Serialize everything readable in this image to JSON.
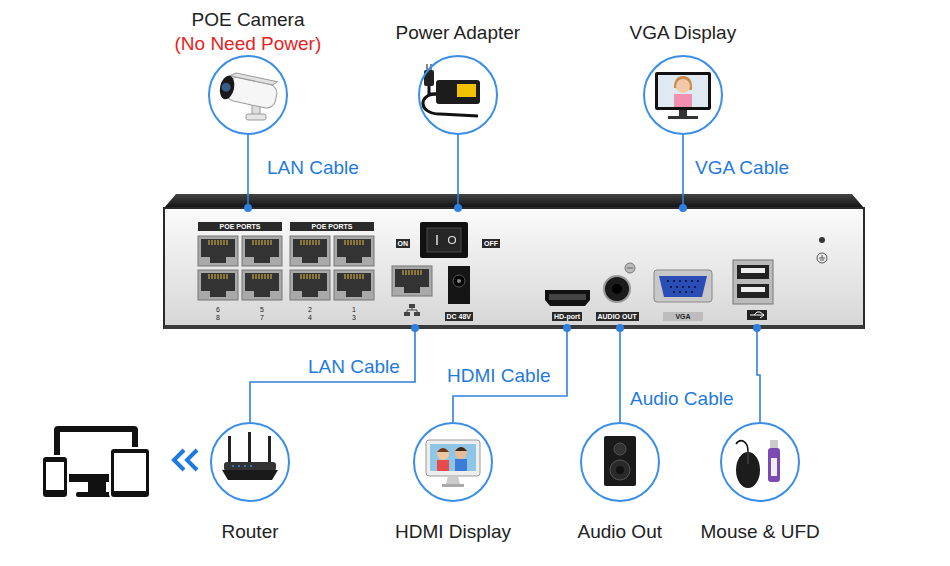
{
  "diagram": {
    "nodes": [
      {
        "text": [
          "POE Camera",
          "(No Need Power)"
        ]
      },
      {
        "text": [
          "Power Adapter"
        ]
      },
      {
        "text": [
          "VGA Display"
        ]
      },
      {
        "text": [
          "POE PORTS",
          "POE PORTS",
          "ON",
          "OFF",
          "6",
          "5",
          "8",
          "7",
          "2",
          "1",
          "4",
          "3",
          "DC 48V",
          "HD-port",
          "AUDIO OUT",
          "VGA"
        ]
      },
      {
        "text": [
          "Router"
        ]
      },
      {
        "text": [
          "HDMI Display"
        ]
      },
      {
        "text": [
          "Audio Out"
        ]
      },
      {
        "text": [
          "Mouse & UFD"
        ]
      }
    ],
    "edges": [
      {
        "from": 0,
        "to": 3,
        "label": "LAN Cable",
        "arrow": "none"
      },
      {
        "from": 1,
        "to": 3,
        "arrow": "none"
      },
      {
        "from": 2,
        "to": 3,
        "label": "VGA Cable",
        "arrow": "none"
      },
      {
        "from": 4,
        "to": 3,
        "label": "LAN Cable",
        "arrow": "none"
      },
      {
        "from": 5,
        "to": 3,
        "label": "HDMI Cable",
        "arrow": "none"
      },
      {
        "from": 6,
        "to": 3,
        "label": "Audio Cable",
        "arrow": "none"
      },
      {
        "from": 7,
        "to": 3,
        "arrow": "none"
      }
    ]
  }
}
